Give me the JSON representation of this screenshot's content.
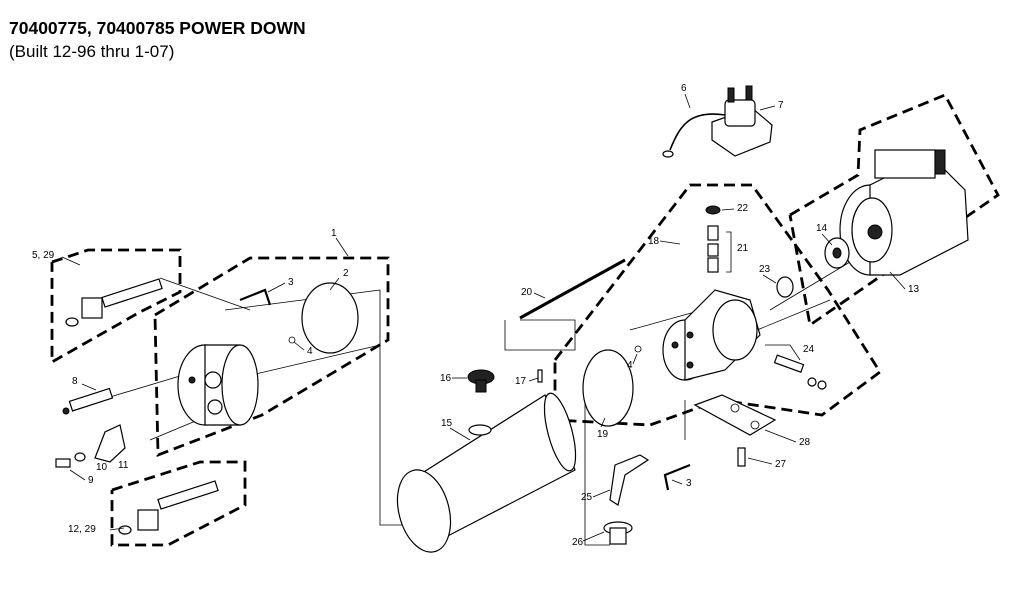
{
  "header": {
    "title": "70400775, 70400785 POWER DOWN",
    "subtitle": "(Built 12-96 thru 1-07)"
  },
  "callouts": {
    "c1": "1",
    "c2": "2",
    "c3a": "3",
    "c3b": "3",
    "c4a": "4",
    "c4b": "4",
    "c5_29": "5, 29",
    "c6": "6",
    "c7": "7",
    "c8": "8",
    "c9": "9",
    "c10": "10",
    "c11": "11",
    "c12_29": "12, 29",
    "c13": "13",
    "c14": "14",
    "c15": "15",
    "c16": "16",
    "c17": "17",
    "c18": "18",
    "c19": "19",
    "c20": "20",
    "c21": "21",
    "c22": "22",
    "c23": "23",
    "c24": "24",
    "c25": "25",
    "c26": "26",
    "c27": "27",
    "c28": "28"
  }
}
